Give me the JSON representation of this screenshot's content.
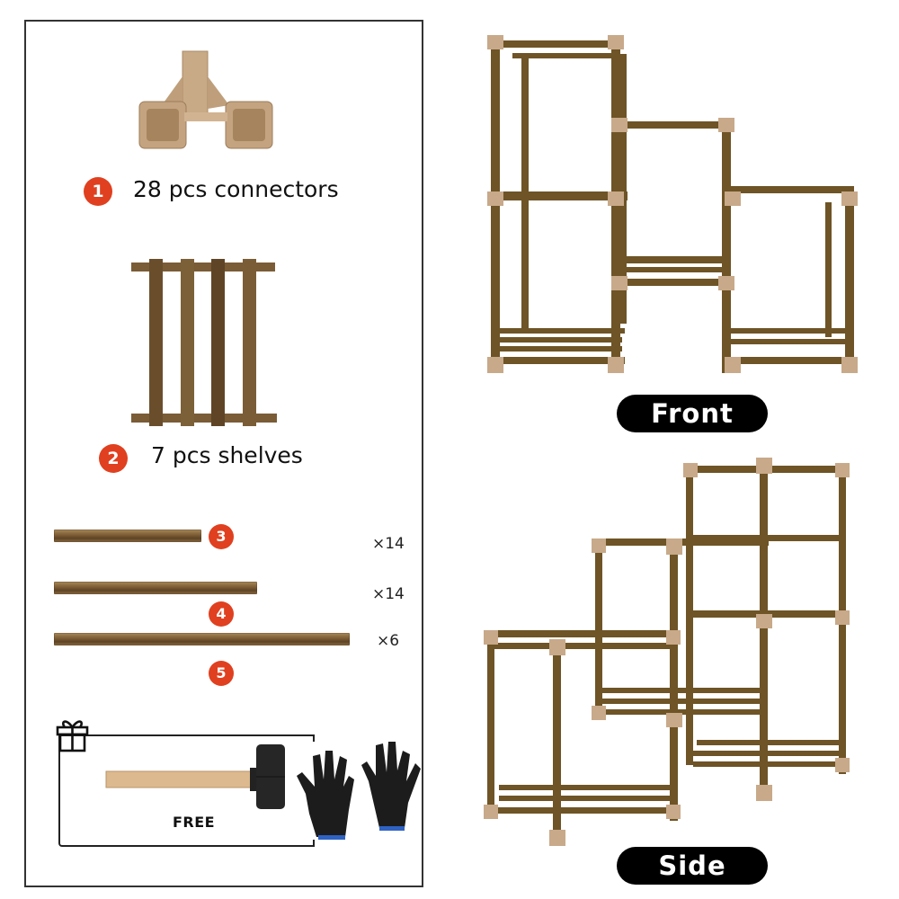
{
  "parts": [
    {
      "number": "1",
      "label": "28 pcs connectors",
      "icon": "three-way-connector"
    },
    {
      "number": "2",
      "label": "7 pcs shelves",
      "icon": "slatted-shelf"
    }
  ],
  "rods": [
    {
      "number": "3",
      "quantity": "×14"
    },
    {
      "number": "4",
      "quantity": "×14"
    },
    {
      "number": "5",
      "quantity": "×6"
    }
  ],
  "gift": {
    "icon": "gift-icon",
    "label": "FREE",
    "items": [
      "rubber-mallet",
      "work-gloves"
    ]
  },
  "views": [
    {
      "label": "Front"
    },
    {
      "label": "Side"
    }
  ],
  "colors": {
    "badge": "#e0401f",
    "wood": "#7b5b33",
    "connector": "#c8a989",
    "pill": "#000000"
  }
}
